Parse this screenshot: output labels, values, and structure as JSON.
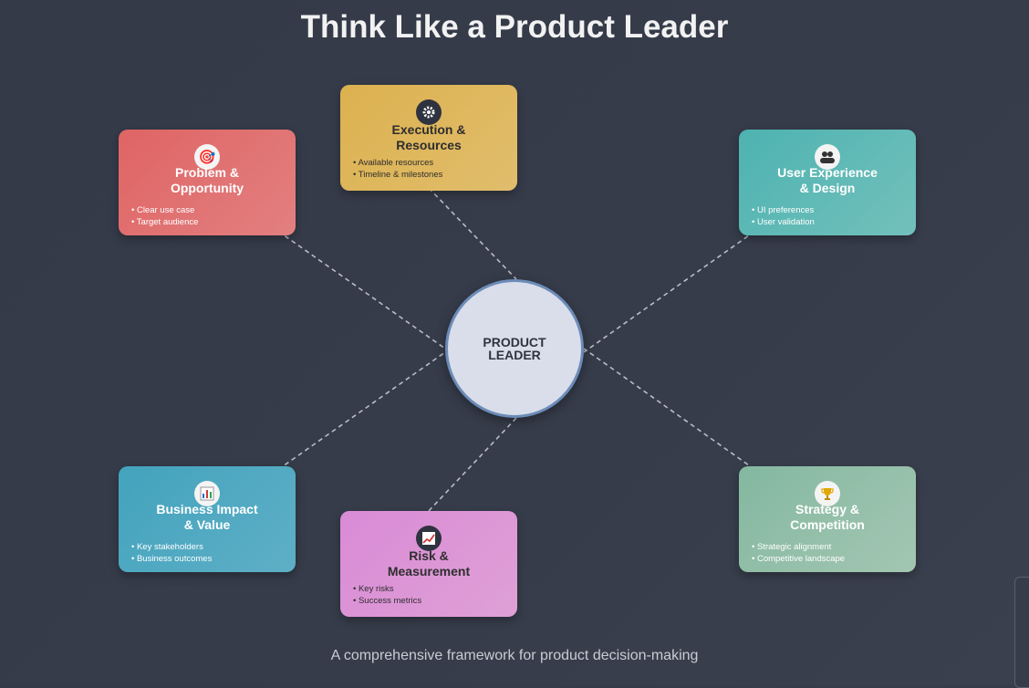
{
  "title": "Think Like a Product Leader",
  "subtitle": "A comprehensive framework for product decision-making",
  "center": {
    "label": "PRODUCT\nLEADER"
  },
  "cards": {
    "problem": {
      "title": "Problem &\nOpportunity",
      "icon": "target-icon",
      "bullets": [
        "• Clear use case",
        "• Target audience"
      ]
    },
    "execution": {
      "title": "Execution &\nResources",
      "icon": "gear-icon",
      "bullets": [
        "• Available resources",
        "• Timeline & milestones"
      ]
    },
    "ux": {
      "title": "User Experience\n& Design",
      "icon": "users-icon",
      "bullets": [
        "• UI preferences",
        "• User validation"
      ]
    },
    "business": {
      "title": "Business Impact\n& Value",
      "icon": "bar-chart-icon",
      "bullets": [
        "• Key stakeholders",
        "• Business outcomes"
      ]
    },
    "risk": {
      "title": "Risk &\nMeasurement",
      "icon": "trend-chart-icon",
      "bullets": [
        "• Key risks",
        "• Success metrics"
      ]
    },
    "strategy": {
      "title": "Strategy &\nCompetition",
      "icon": "trophy-icon",
      "bullets": [
        "• Strategic alignment",
        "• Competitive landscape"
      ]
    }
  },
  "colors": {
    "background": "#363c4a",
    "center_fill": "#d9deea",
    "center_border": "#6c8bb8",
    "problem": "#e06464",
    "execution": "#dcb14f",
    "ux": "#4db3b1",
    "business": "#43a3bd",
    "risk": "#d98bd6",
    "strategy": "#84b8a0"
  }
}
